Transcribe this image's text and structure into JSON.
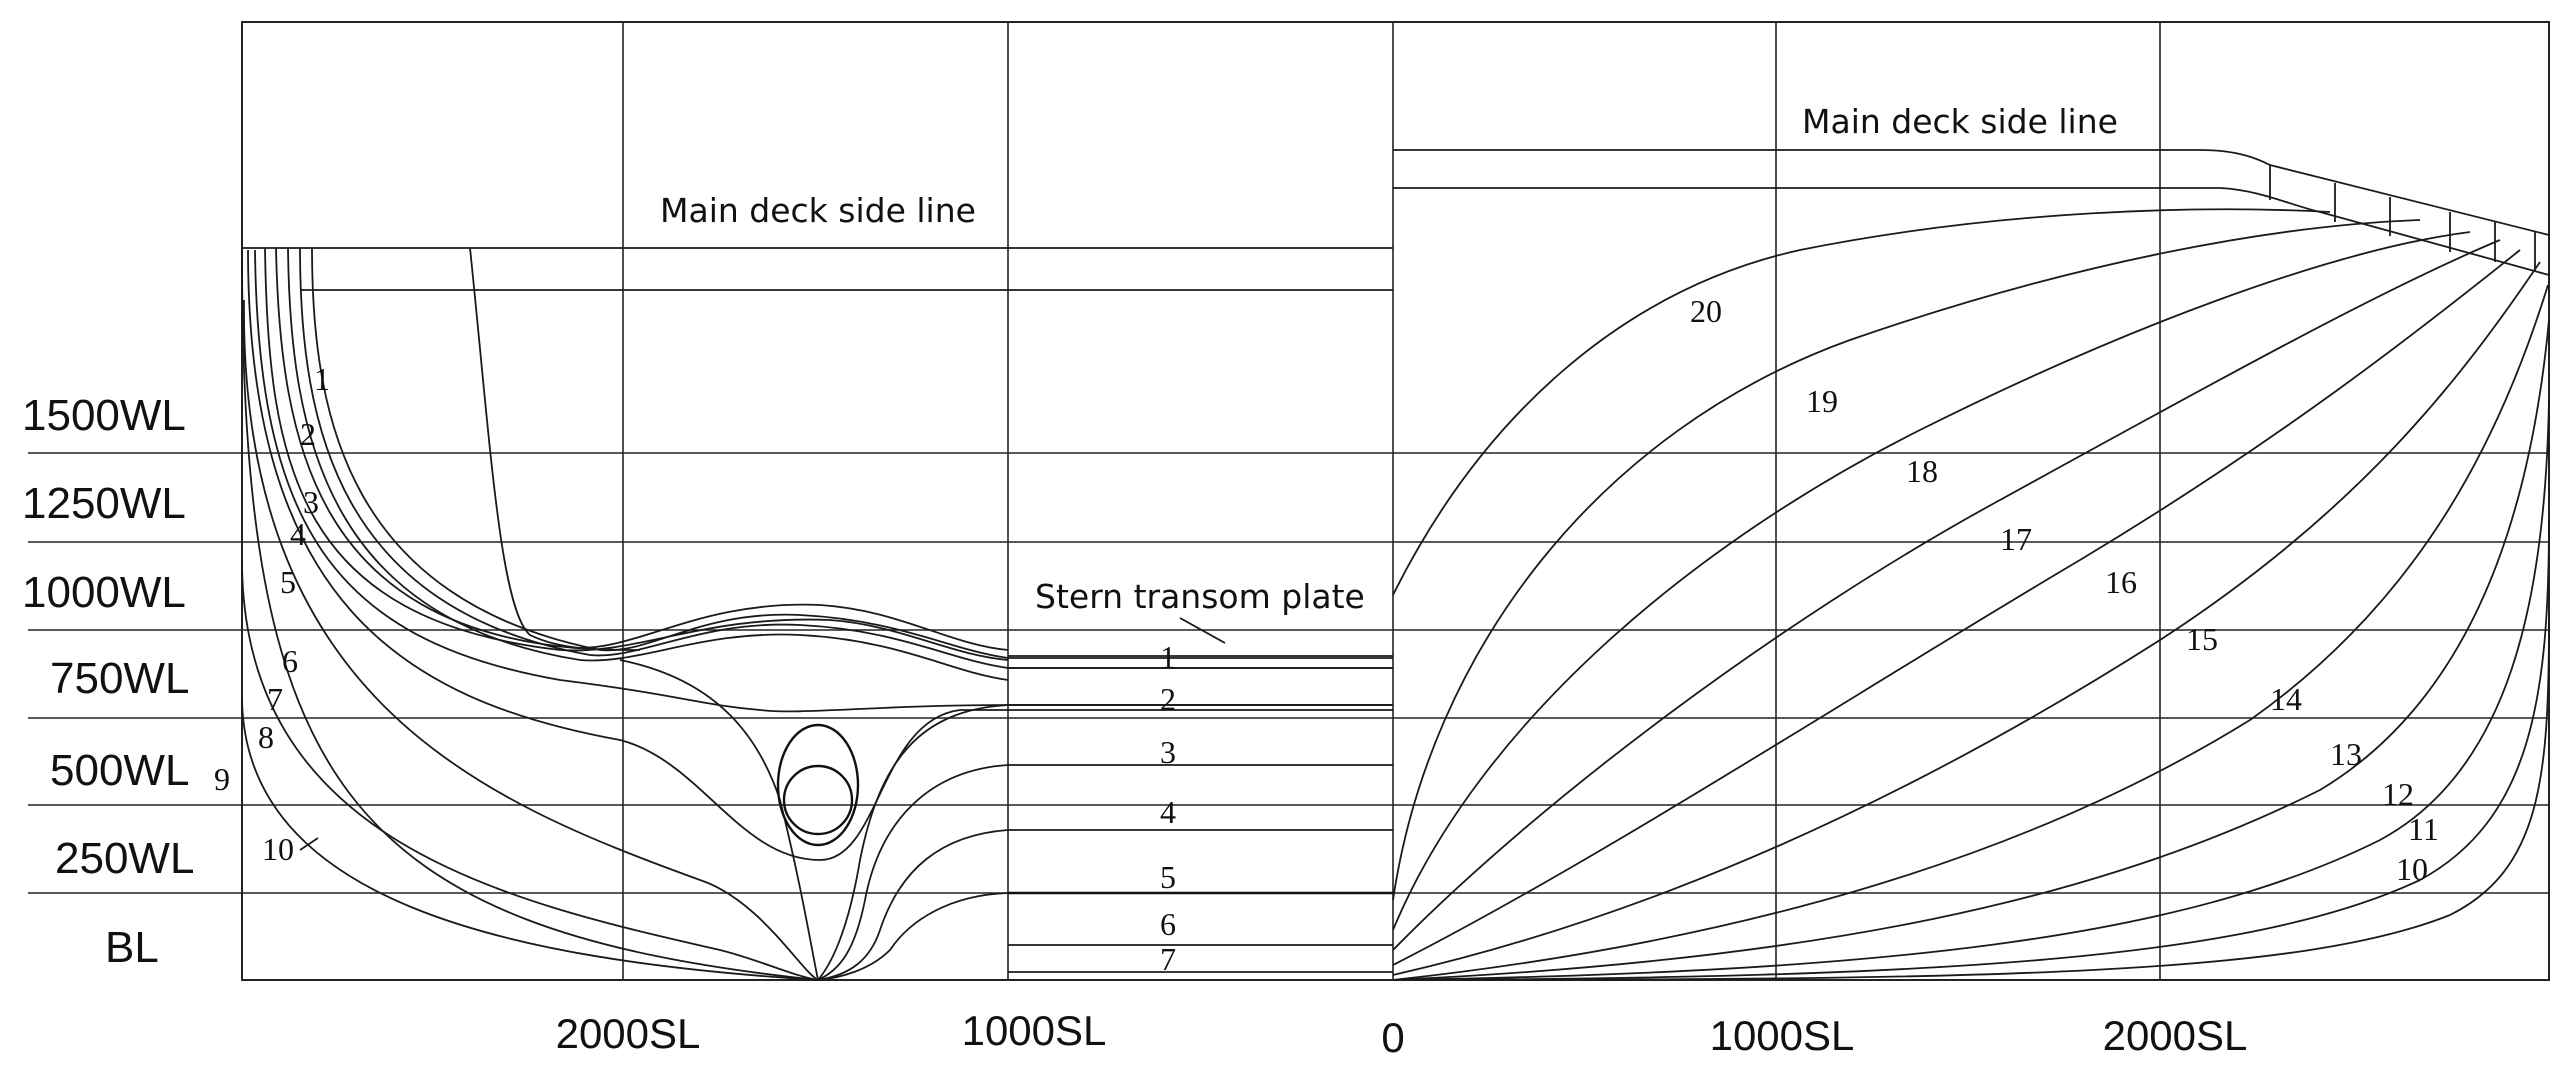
{
  "waterlines": [
    "1500WL",
    "1250WL",
    "1000WL",
    "750WL",
    "500WL",
    "250WL",
    "BL"
  ],
  "sections": {
    "left": "2000SL",
    "mid_left": "1000SL",
    "center": "0",
    "mid_right": "1000SL",
    "right": "2000SL"
  },
  "notes": {
    "main_deck_left": "Main deck side line",
    "main_deck_right": "Main deck side line",
    "stern_transom": "Stern transom plate"
  },
  "aft_stations": [
    "1",
    "2",
    "3",
    "4",
    "5",
    "6",
    "7",
    "8",
    "9",
    "10"
  ],
  "transom_stations": [
    "1",
    "2",
    "3",
    "4",
    "5",
    "6",
    "7"
  ],
  "fore_stations": [
    "20",
    "19",
    "18",
    "17",
    "16",
    "15",
    "14",
    "13",
    "12",
    "11",
    "10"
  ]
}
